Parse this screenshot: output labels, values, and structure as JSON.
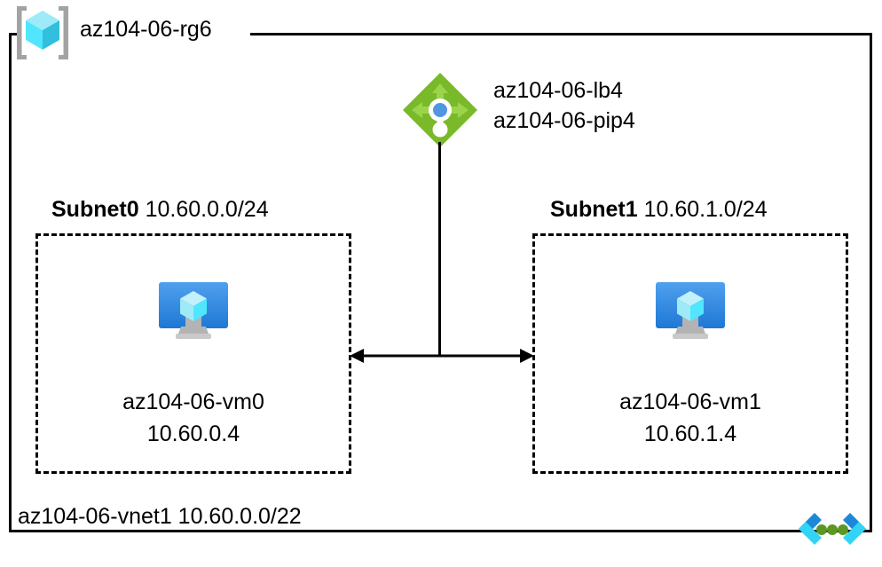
{
  "diagram": {
    "type": "azure-architecture",
    "resource_group": {
      "name": "az104-06-rg6",
      "icon": "resource-group-icon"
    },
    "load_balancer": {
      "icon": "load-balancer-icon",
      "labels": [
        "az104-06-lb4",
        "az104-06-pip4"
      ]
    },
    "subnets": [
      {
        "name": "Subnet0",
        "cidr": "10.60.0.0/24",
        "vm": {
          "icon": "virtual-machine-icon",
          "name": "az104-06-vm0",
          "ip": "10.60.0.4"
        }
      },
      {
        "name": "Subnet1",
        "cidr": "10.60.1.0/24",
        "vm": {
          "icon": "virtual-machine-icon",
          "name": "az104-06-vm1",
          "ip": "10.60.1.4"
        }
      }
    ],
    "vnet": {
      "name": "az104-06-vnet1",
      "cidr": "10.60.0.0/22",
      "label": "az104-06-vnet1 10.60.0.0/22",
      "icon": "virtual-network-icon"
    },
    "connector": {
      "name": "subnet-to-subnet-connector",
      "style": "double-headed-arrow"
    },
    "colors": {
      "border": "#000000",
      "resource_group_cube_light": "#9EEAF9",
      "resource_group_cube_mid": "#50E6FF",
      "resource_group_cube_dark": "#32BEDD",
      "resource_group_bracket": "#A3A3A3",
      "load_balancer_green": "#7AB929",
      "load_balancer_arrow": "#86D633",
      "load_balancer_core": "#5197E0",
      "vm_blue_top": "#50A0EF",
      "vm_blue_bottom": "#1E78D4",
      "vm_stand": "#B3B3B3",
      "vnet_dark_blue": "#1E88D8",
      "vnet_cyan": "#32D4F5",
      "vnet_green_dot": "#5E9624"
    }
  }
}
